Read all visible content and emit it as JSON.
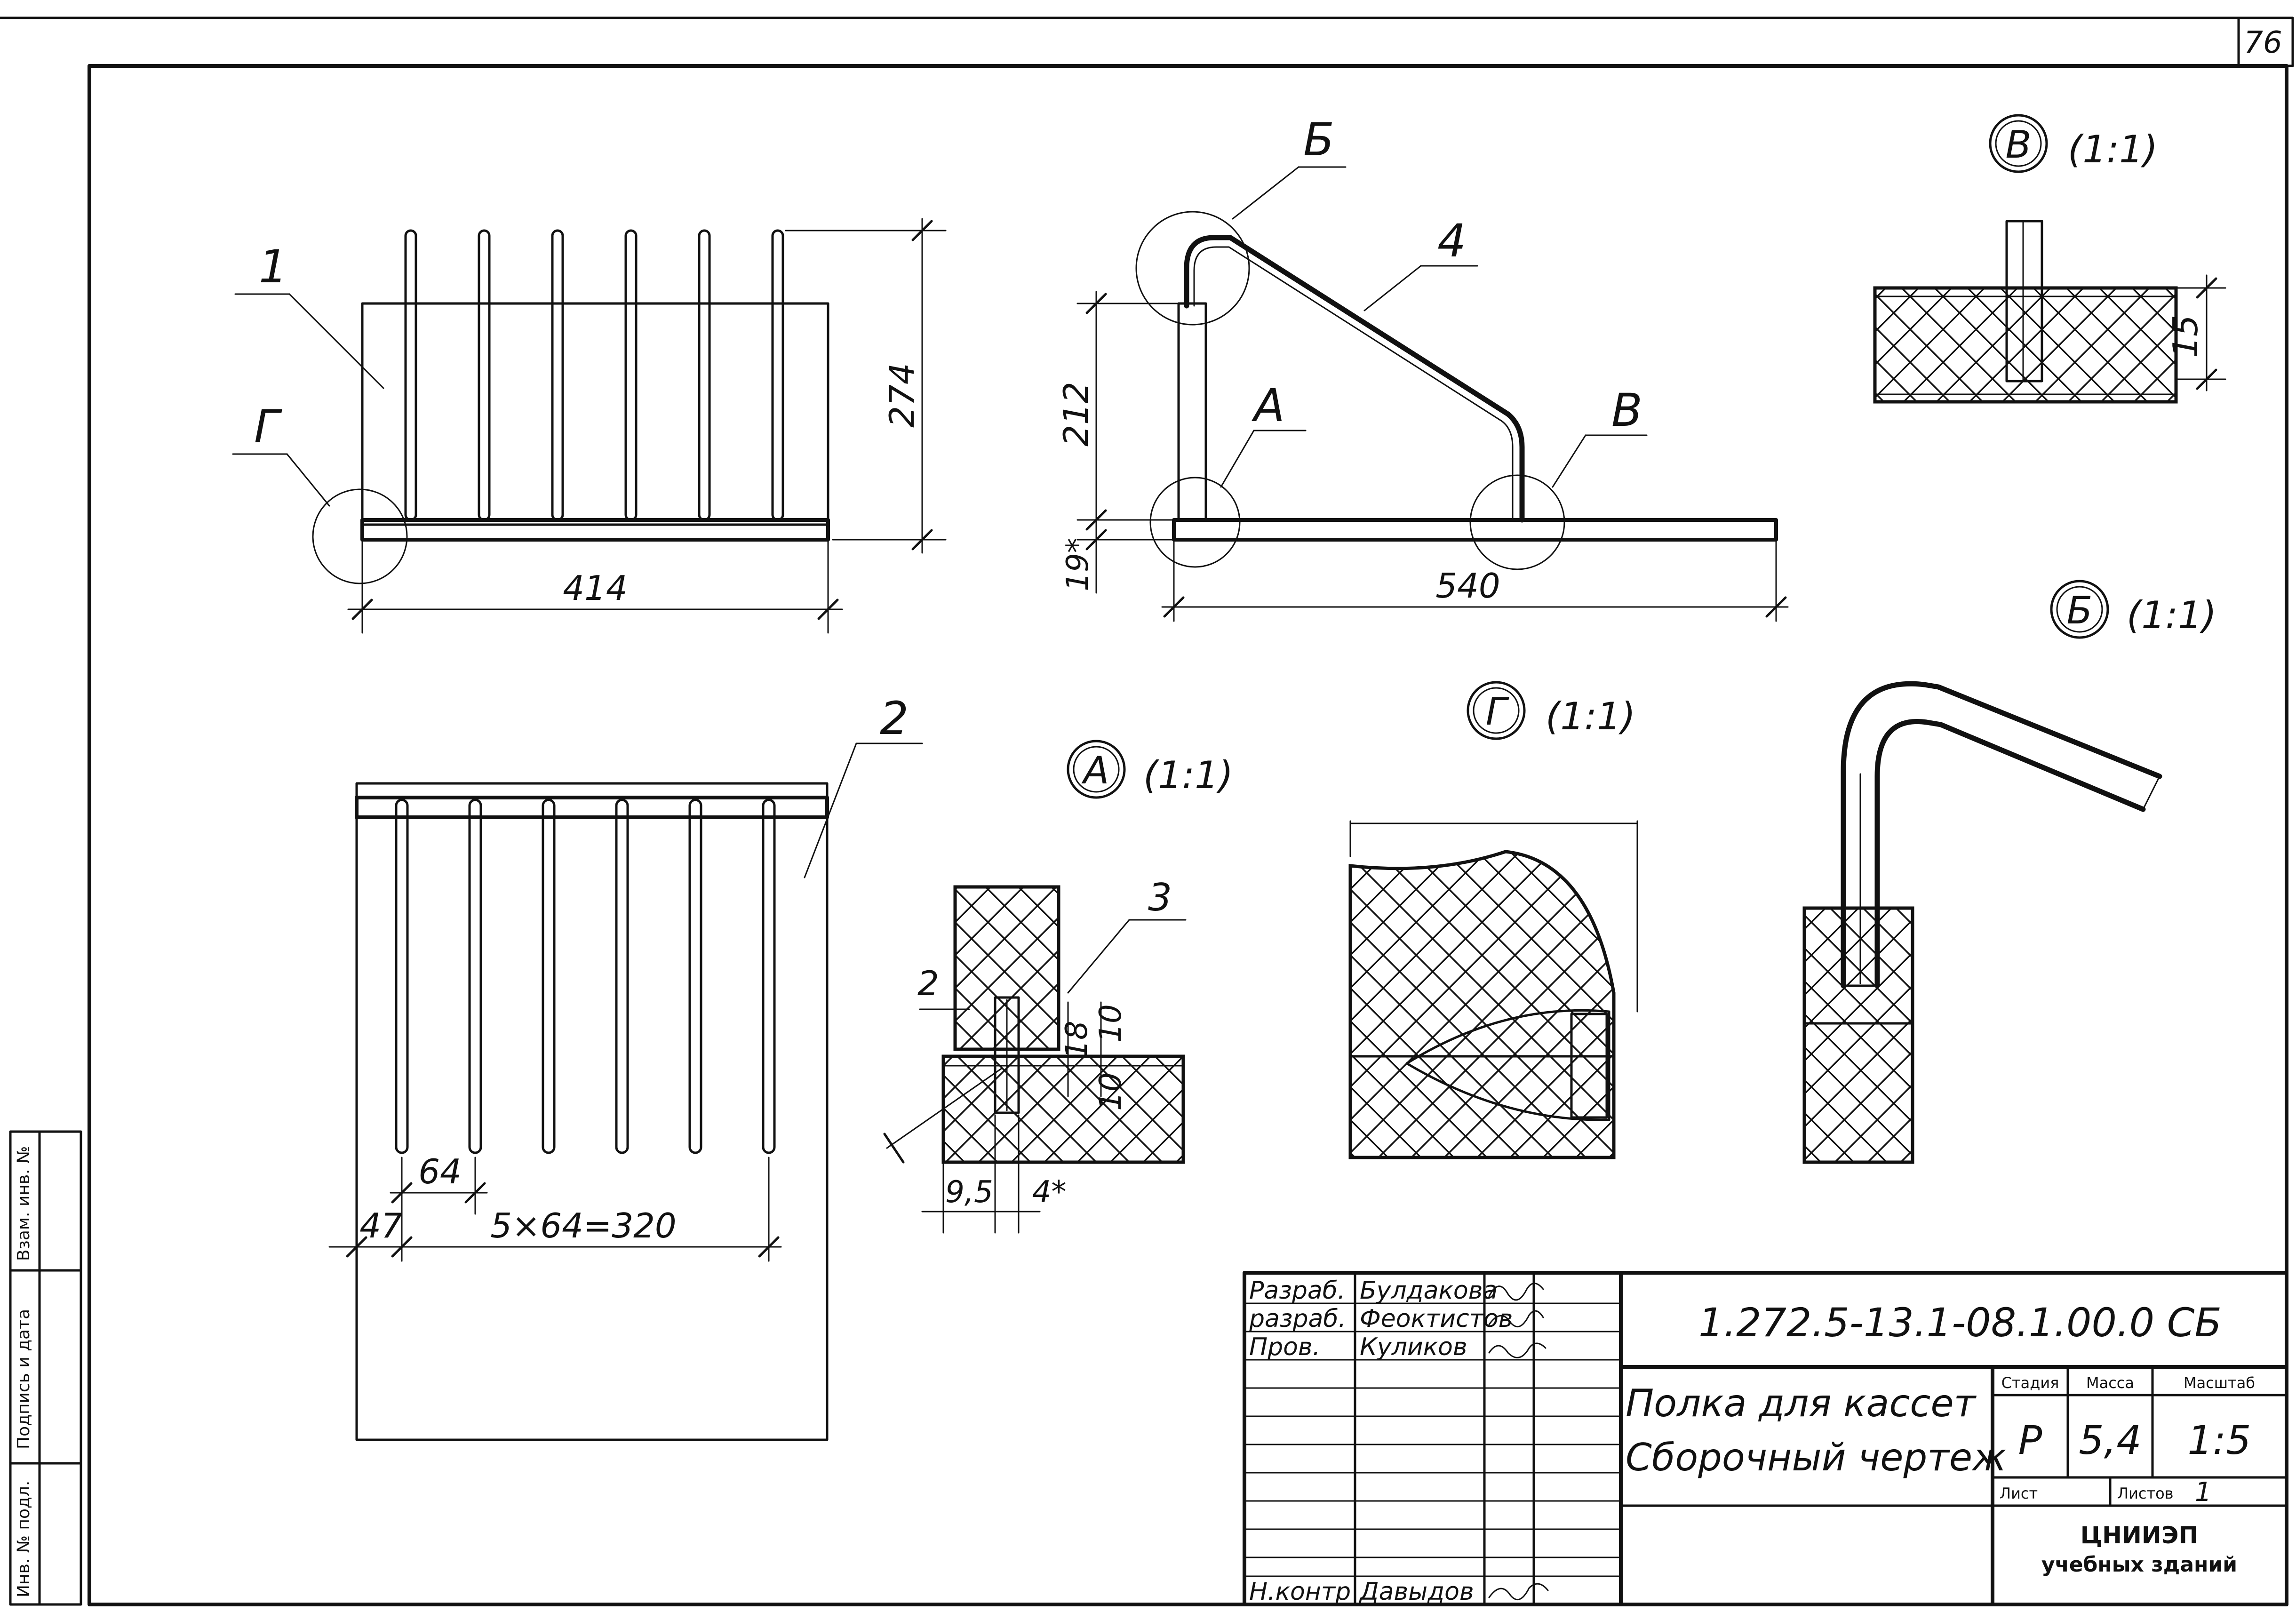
{
  "sheet_number": "76",
  "views": {
    "front": {
      "label_part_1": "1",
      "label_detail": "Г",
      "dim_height": "274",
      "dim_width": "414"
    },
    "side": {
      "label_detail_b": "Б",
      "label_part_4": "4",
      "label_detail_a": "А",
      "label_detail_v": "В",
      "dim_height": "212",
      "dim_base": "19*",
      "dim_width": "540"
    },
    "top": {
      "label_part_2": "2",
      "dim_pitch": "64",
      "dim_edge": "47",
      "dim_series": "5×64=320"
    }
  },
  "details": {
    "v": {
      "letter": "В",
      "scale": "(1:1)",
      "dim": "15"
    },
    "b": {
      "letter": "Б",
      "scale": "(1:1)"
    },
    "a": {
      "letter": "А",
      "scale": "(1:1)",
      "part": "3",
      "dim_2": "2",
      "dim_18": "18",
      "dim_10a": "10",
      "dim_10b": "10",
      "dim_95": "9,5",
      "dim_4": "4*"
    },
    "g": {
      "letter": "Г",
      "scale": "(1:1)"
    }
  },
  "title_block": {
    "signatures": [
      {
        "role": "Разраб.",
        "name": "Булдакова"
      },
      {
        "role": "разраб.",
        "name": "Феоктистов"
      },
      {
        "role": "Пров.",
        "name": "Куликов"
      },
      {
        "role": "Н.контр",
        "name": "Давыдов"
      }
    ],
    "doc_code": "1.272.5-13.1-08.1.00.0 СБ",
    "title_line1": "Полка для кассет",
    "title_line2": "Сборочный чертеж",
    "col_stage": "Стадия",
    "col_mass": "Масса",
    "col_scale": "Масштаб",
    "stage": "Р",
    "mass": "5,4",
    "scale": "1:5",
    "sheet_label": "Лист",
    "sheets_label": "Листов",
    "sheets_count": "1",
    "org_line1": "ЦНИИЭП",
    "org_line2": "учебных зданий"
  },
  "side_stamp": {
    "inv_orig": "Инв. № подл.",
    "sign_date": "Подпись и дата",
    "inv_repl": "Взам. инв. №"
  }
}
